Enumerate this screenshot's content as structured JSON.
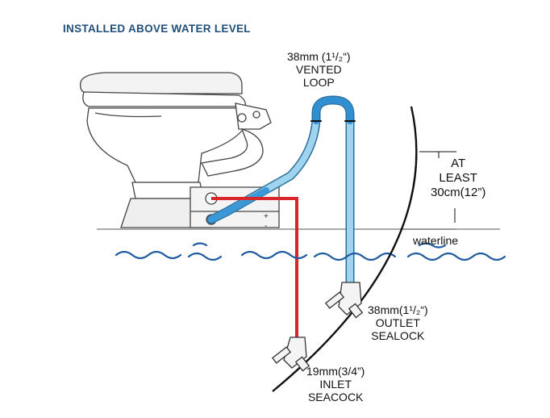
{
  "title": "INSTALLED ABOVE WATER LEVEL",
  "loop": {
    "line1": "38mm (1¹/₂“)",
    "line2": "VENTED",
    "line3": "LOOP"
  },
  "height": {
    "line1": "AT",
    "line2": "LEAST",
    "line3": "30cm(12”)"
  },
  "waterline": "waterline",
  "outlet": {
    "line1": "38mm(1¹/₂“)",
    "line2": "OUTLET",
    "line3": "SEALOCK"
  },
  "inlet": {
    "line1": "19mm(3/4”)",
    "line2": "INLET",
    "line3": "SEACOCK"
  },
  "colors": {
    "title": "#1f4e7a",
    "outlet_hose": "#9fd3ee",
    "outlet_hose_dark": "#2f8fd0",
    "inlet_hose": "#d8262a",
    "water": "#1e5aa0",
    "hull": "#111111"
  },
  "icons": [
    "toilet-icon",
    "wave-icon",
    "seacock-icon"
  ]
}
